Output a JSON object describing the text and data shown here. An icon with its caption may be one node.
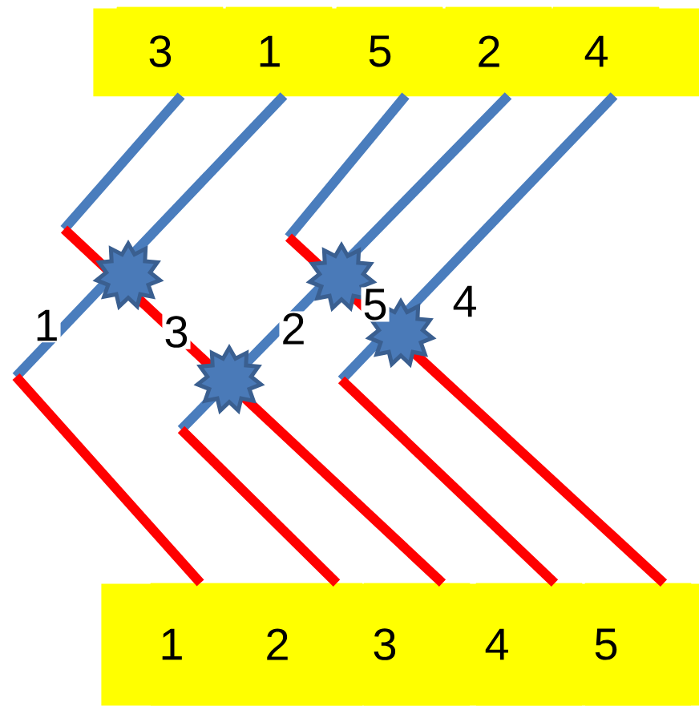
{
  "diagram": {
    "nodes": [
      {
        "text": [],
        "shape": "box"
      },
      {
        "text": [
          "3"
        ],
        "in": 0
      },
      {
        "text": [
          "1"
        ],
        "in": 0
      },
      {
        "text": [
          "5"
        ],
        "in": 0
      },
      {
        "text": [
          "2"
        ],
        "in": 0
      },
      {
        "text": [
          "4"
        ],
        "in": 0
      },
      {
        "text": [],
        "shape": "box"
      },
      {
        "text": [
          "1"
        ],
        "in": 6
      },
      {
        "text": [
          "2"
        ],
        "in": 6
      },
      {
        "text": [
          "3"
        ],
        "in": 6
      },
      {
        "text": [
          "4"
        ],
        "in": 6
      },
      {
        "text": [
          "5"
        ],
        "in": 6
      }
    ],
    "edges": [
      {
        "from": 1,
        "to": 9,
        "arrow": "none",
        "color": "#ff0000"
      },
      {
        "from": 2,
        "to": 7,
        "arrow": "none"
      },
      {
        "from": 3,
        "to": 11,
        "arrow": "none",
        "color": "#ff0000"
      },
      {
        "from": 4,
        "to": 8,
        "arrow": "none"
      },
      {
        "from": 5,
        "to": 10,
        "arrow": "none"
      }
    ],
    "labels": [
      "1",
      "3",
      "2",
      "5",
      "4"
    ]
  }
}
